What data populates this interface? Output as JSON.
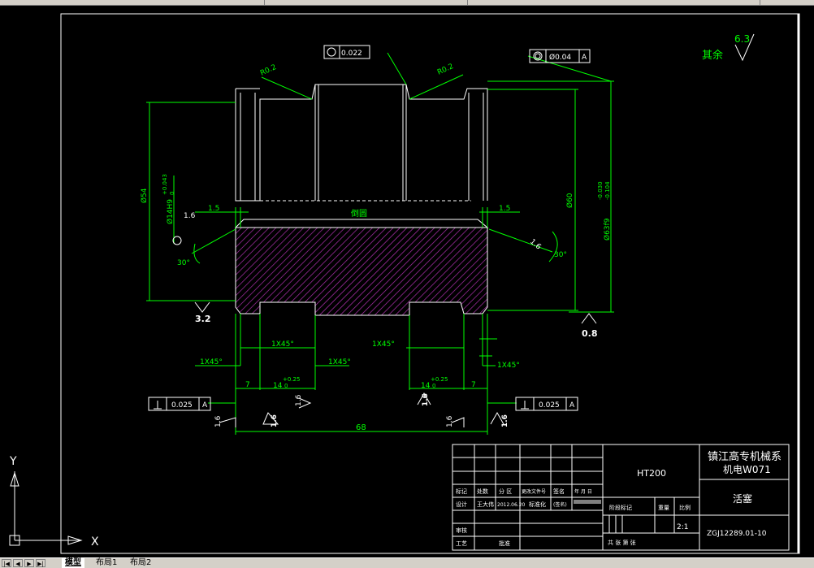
{
  "drawing": {
    "title_remaining_roughness": "其余",
    "roughness_default": "6.3",
    "section_label": "倒圆",
    "dims": {
      "r1": "R0.2",
      "r2": "R0.2",
      "flat_tol": "0.022",
      "coax_tol": "Ø0.04",
      "datum": "A",
      "d_left": "Ø54",
      "d_bore": "Ø14H9",
      "d_bore_tol_up": "+0.043",
      "d_bore_tol_low": "0",
      "d_right1": "Ø60",
      "d_right2": "Ø63f9",
      "d_right2_tol_up": "-0.030",
      "d_right2_tol_low": "-0.104",
      "chamf_l": "1.5",
      "chamf_r": "1.5",
      "rough_l": "1.6",
      "rough_r": "1.6",
      "rough_32": "3.2",
      "rough_08": "0.8",
      "angle_l": "30°",
      "angle_r": "30°",
      "c1": "1X45°",
      "c2": "1X45°",
      "c3": "1X45°",
      "c4": "1X45°",
      "c5": "1X45°",
      "seven_l": "7",
      "seven_r": "7",
      "groove_l": "14",
      "groove_r": "14",
      "groove_tol_up": "+0.25",
      "groove_tol_low": "0",
      "perp_tol_l": "0.025",
      "perp_tol_r": "0.025",
      "rough_b1": "1.6",
      "rough_b2": "1.6",
      "rough_b3": "1.6",
      "rough_b4": "1.6",
      "rough_b5": "1.6",
      "rough_b6": "1.6",
      "overall": "68"
    }
  },
  "title_block": {
    "material": "HT200",
    "school_line1": "镇江高专机械系",
    "school_line2": "机电W071",
    "part_name": "活塞",
    "drawing_no": "ZGJ12289.01-10",
    "scale": "2:1",
    "h_mark": "标记",
    "h_count": "处数",
    "h_zone": "分 区",
    "h_docno": "更改文件号",
    "h_sign": "签名",
    "h_date": "年 月 日",
    "design": "设计",
    "designer": "王大伟",
    "design_date": "2012.06.20",
    "std": "标准化",
    "sign_label": "(签名)",
    "review": "审核",
    "craft": "工艺",
    "approve": "批准",
    "stage": "阶段标记",
    "weight": "重量",
    "ratio": "比例",
    "sheets": "共  张  第  张"
  },
  "ucs": {
    "y": "Y",
    "x": "X"
  },
  "tabs": [
    "模型",
    "布局1",
    "布局2"
  ]
}
